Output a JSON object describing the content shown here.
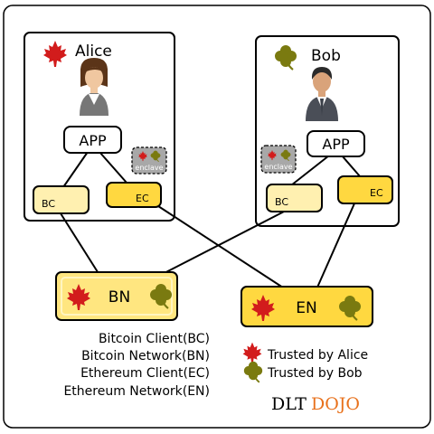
{
  "parties": {
    "alice": {
      "name": "Alice",
      "app": "APP",
      "bc": "BC",
      "ec": "EC",
      "enclave": "enclave"
    },
    "bob": {
      "name": "Bob",
      "app": "APP",
      "bc": "BC",
      "ec": "EC",
      "enclave": "enclave"
    }
  },
  "networks": {
    "bn": "BN",
    "en": "EN"
  },
  "abbreviations": [
    "Bitcoin Client(BC)",
    "Bitcoin Network(BN)",
    "Ethereum Client(EC)",
    "Ethereum Network(EN)"
  ],
  "legend": {
    "alice": "Trusted by Alice",
    "bob": "Trusted by Bob"
  },
  "brand": {
    "part1": "DLT",
    "part2": "DOJO"
  },
  "colors": {
    "maple_leaf": "#d21c1c",
    "clover": "#7a7a10",
    "client_box_light": "#fff0b0",
    "client_box_dark": "#ffd840",
    "network_box": "#ffe680",
    "brand_accent": "#e8711c"
  },
  "icons": {
    "alice_trust": "maple-leaf-icon",
    "bob_trust": "clover-icon",
    "avatar_female": "person-female-icon",
    "avatar_male": "person-male-icon"
  }
}
